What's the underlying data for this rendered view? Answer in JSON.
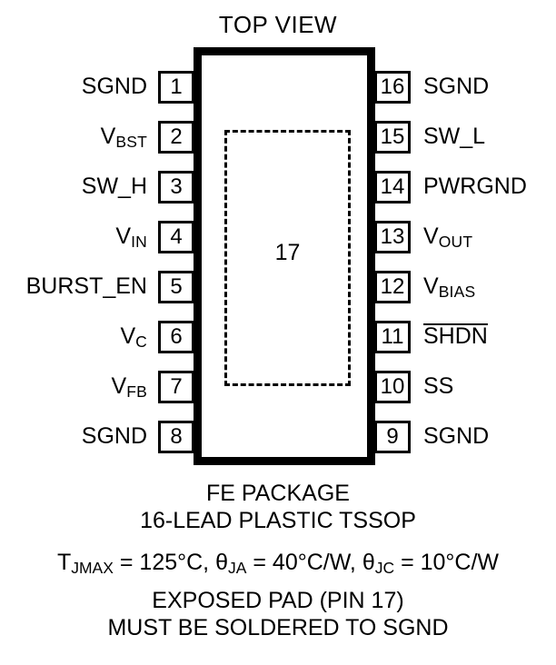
{
  "diagram": {
    "title": "TOP VIEW",
    "package_body": {
      "exposed_pad_number": "17"
    },
    "pins_left": [
      {
        "number": "1",
        "label": "SGND",
        "sub": "",
        "overline": false
      },
      {
        "number": "2",
        "label": "V",
        "sub": "BST",
        "overline": false
      },
      {
        "number": "3",
        "label": "SW_H",
        "sub": "",
        "overline": false
      },
      {
        "number": "4",
        "label": "V",
        "sub": "IN",
        "overline": false
      },
      {
        "number": "5",
        "label": "BURST_EN",
        "sub": "",
        "overline": false
      },
      {
        "number": "6",
        "label": "V",
        "sub": "C",
        "overline": false
      },
      {
        "number": "7",
        "label": "V",
        "sub": "FB",
        "overline": false
      },
      {
        "number": "8",
        "label": "SGND",
        "sub": "",
        "overline": false
      }
    ],
    "pins_right": [
      {
        "number": "16",
        "label": "SGND",
        "sub": "",
        "overline": false
      },
      {
        "number": "15",
        "label": "SW_L",
        "sub": "",
        "overline": false
      },
      {
        "number": "14",
        "label": "PWRGND",
        "sub": "",
        "overline": false
      },
      {
        "number": "13",
        "label": "V",
        "sub": "OUT",
        "overline": false
      },
      {
        "number": "12",
        "label": "V",
        "sub": "BIAS",
        "overline": false
      },
      {
        "number": "11",
        "label": "SHDN",
        "sub": "",
        "overline": true
      },
      {
        "number": "10",
        "label": "SS",
        "sub": "",
        "overline": false
      },
      {
        "number": "9",
        "label": "SGND",
        "sub": "",
        "overline": false
      }
    ],
    "caption": {
      "line1": "FE PACKAGE",
      "line2": "16-LEAD PLASTIC TSSOP",
      "thermal": {
        "tj_symbol": "T",
        "tj_sub": "JMAX",
        "tj_value": " = 125°C, ",
        "tja_symbol": "θ",
        "tja_sub": "JA",
        "tja_value": " = 40°C/W, ",
        "tjc_symbol": "θ",
        "tjc_sub": "JC",
        "tjc_value": " = 10°C/W"
      },
      "line4": "EXPOSED PAD (PIN 17)",
      "line5": "MUST BE SOLDERED TO SGND"
    }
  },
  "colors": {
    "ink": "#000000",
    "paper": "#ffffff"
  }
}
